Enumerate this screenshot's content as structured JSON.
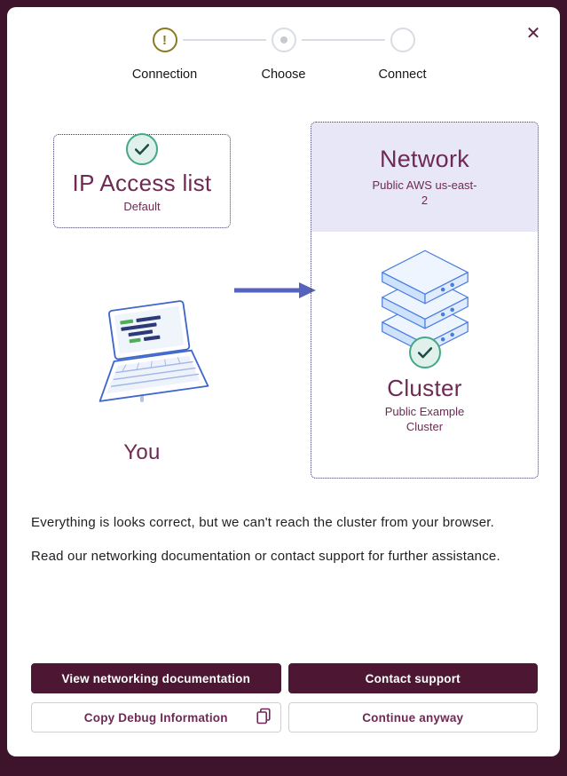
{
  "colors": {
    "overlay": "#3d142c",
    "berry": "#4d1733",
    "plum": "#6e2a54",
    "olive": "#8a7a23",
    "teal": "#45a788",
    "teal_bg": "#dff1ea",
    "check_stroke": "#1d4b45",
    "indigo": "#5563bd",
    "lavender": "#e8e7f7",
    "ink": "#1f1f23",
    "line_gray": "#d9dde3",
    "vline": "#b9c6d8",
    "dot_border": "#3c3c60",
    "blue_ill": "#3e66cc",
    "server_blue": "#4a7de0"
  },
  "modal": {
    "close_glyph": "✕"
  },
  "stepper": {
    "steps": [
      {
        "label": "Connection",
        "state": "warning",
        "glyph": "!"
      },
      {
        "label": "Choose",
        "state": "current"
      },
      {
        "label": "Connect",
        "state": "upcoming"
      }
    ]
  },
  "diagram": {
    "ip_access": {
      "title": "IP Access list",
      "subtitle": "Default"
    },
    "you_label": "You",
    "network": {
      "title": "Network",
      "subtitle": "Public AWS us-east-2"
    },
    "cluster": {
      "title": "Cluster",
      "subtitle": "Public Example Cluster"
    }
  },
  "message": {
    "line1": "Everything is looks correct, but we can't reach the cluster from your browser.",
    "line2": "Read our networking documentation or contact support for further assistance."
  },
  "actions": {
    "view_docs": "View networking documentation",
    "contact_support": "Contact support",
    "copy_debug": "Copy Debug Information",
    "continue_anyway": "Continue anyway"
  }
}
